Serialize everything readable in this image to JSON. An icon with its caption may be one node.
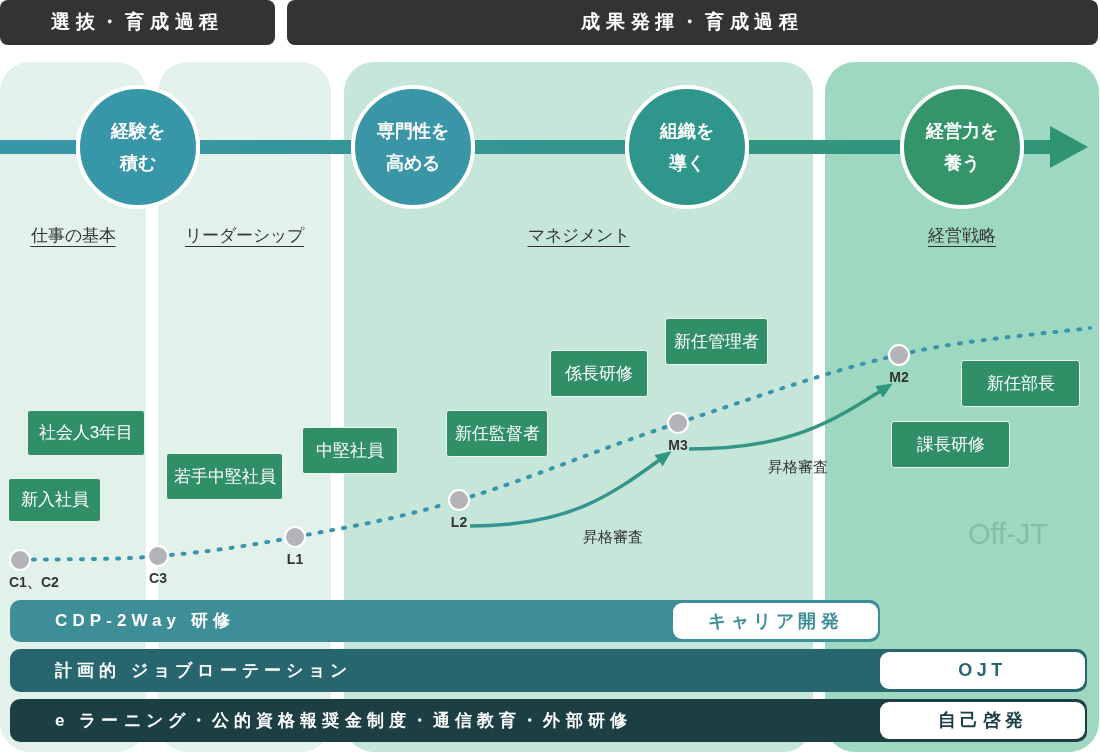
{
  "diagram": {
    "nodes": [
      {
        "text": [
          "選抜・育成過程"
        ]
      },
      {
        "text": [
          "成果発揮・育成過程"
        ]
      },
      {
        "text": [
          "仕事の基本"
        ]
      },
      {
        "text": [
          "リーダーシップ"
        ]
      },
      {
        "text": [
          "マネジメント"
        ]
      },
      {
        "text": [
          "経営戦略"
        ]
      },
      {
        "text": [
          "経験を積む"
        ]
      },
      {
        "text": [
          "専門性を高める"
        ],
        "in": 4
      },
      {
        "text": [
          "組織を導く"
        ],
        "in": 4
      },
      {
        "text": [
          "経営力を養う"
        ],
        "in": 5
      },
      {
        "text": [
          "新入社員"
        ],
        "in": 2
      },
      {
        "text": [
          "社会人3年目"
        ],
        "in": 2
      },
      {
        "text": [
          "若手中堅社員"
        ],
        "in": 3
      },
      {
        "text": [
          "中堅社員"
        ]
      },
      {
        "text": [
          "新任監督者"
        ],
        "in": 4
      },
      {
        "text": [
          "係長研修"
        ],
        "in": 4
      },
      {
        "text": [
          "新任管理者"
        ],
        "in": 4
      },
      {
        "text": [
          "課長研修"
        ],
        "in": 5
      },
      {
        "text": [
          "新任部長"
        ],
        "in": 5
      },
      {
        "text": [],
        "shape": "circle",
        "beside": [
          "C1、C2"
        ],
        "in": 2
      },
      {
        "text": [],
        "shape": "circle",
        "beside": [
          "C3"
        ]
      },
      {
        "text": [],
        "shape": "circle",
        "beside": [
          "L1"
        ],
        "in": 3
      },
      {
        "text": [],
        "shape": "circle",
        "beside": [
          "L2"
        ],
        "in": 4
      },
      {
        "text": [],
        "shape": "circle",
        "beside": [
          "M3"
        ],
        "in": 4
      },
      {
        "text": [],
        "shape": "circle",
        "beside": [
          "M2"
        ],
        "in": 5
      },
      {
        "text": [
          "CDP-2Way 研修"
        ]
      },
      {
        "text": [
          "キャリア開発"
        ],
        "in": 25
      },
      {
        "text": [
          "計画的 ジョブローテーション"
        ]
      },
      {
        "text": [
          "OJT"
        ]
      },
      {
        "text": [
          "e ラーニング・公的資格報奨金制度・通信教育・外部研修"
        ]
      },
      {
        "text": [
          "自己啓発"
        ]
      }
    ],
    "edges": [
      {
        "from": 2,
        "to": 6,
        "arrow": "none",
        "style": "thick"
      },
      {
        "from": 6,
        "to": 7,
        "arrow": "none",
        "style": "thick"
      },
      {
        "from": 7,
        "to": 8,
        "arrow": "none",
        "style": "thick"
      },
      {
        "from": 8,
        "to": 9,
        "arrow": "none",
        "style": "thick"
      },
      {
        "from": 9,
        "to": null,
        "arrow": "to",
        "style": "thick"
      },
      {
        "from": 19,
        "to": 20,
        "arrow": "none",
        "style": "dashed"
      },
      {
        "from": 20,
        "to": 21,
        "arrow": "none",
        "style": "dashed"
      },
      {
        "from": 21,
        "to": 22,
        "arrow": "none",
        "style": "dashed"
      },
      {
        "from": 22,
        "to": 23,
        "arrow": "none",
        "style": "dashed"
      },
      {
        "from": 23,
        "to": 24,
        "arrow": "none",
        "style": "dashed"
      },
      {
        "from": 24,
        "to": null,
        "arrow": "none",
        "style": "dashed"
      },
      {
        "from": 22,
        "to": 23,
        "arrow": "to",
        "label": "昇格審査"
      },
      {
        "from": 23,
        "to": 24,
        "arrow": "to",
        "label": "昇格審査"
      }
    ],
    "labels": [
      "Off-JT"
    ]
  }
}
